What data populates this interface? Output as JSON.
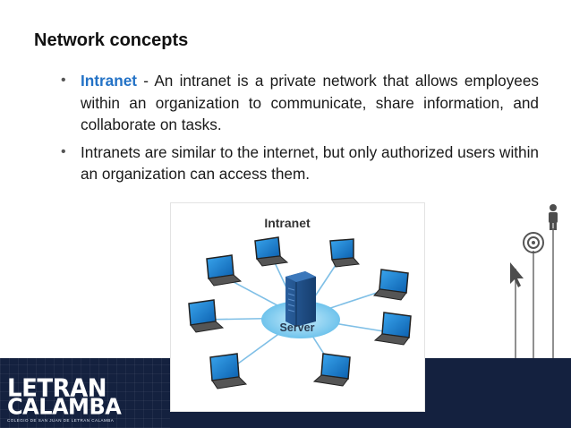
{
  "slide": {
    "title": "Network concepts",
    "bullets": [
      {
        "term": "Intranet",
        "text": " - An intranet is a private network that allows employees within an organization to communicate, share information, and collaborate on tasks."
      },
      {
        "term": "",
        "text": "Intranets are similar to the internet, but only authorized users within an organization can access them."
      }
    ]
  },
  "diagram": {
    "title": "Intranet",
    "server_label": "Server"
  },
  "logo": {
    "line1": "LETRAN",
    "line2": "CALAMBA",
    "subtitle": "COLEGIO DE SAN JUAN DE LETRAN CALAMBA"
  },
  "colors": {
    "accent": "#2372c6",
    "footer": "#14213f",
    "screen": "#1d7fd0",
    "server": "#1f4c86",
    "ellipse": "#8ad0f0"
  },
  "icons": [
    "person-icon",
    "target-icon",
    "cursor-icon",
    "laptop-icon",
    "server-icon"
  ]
}
